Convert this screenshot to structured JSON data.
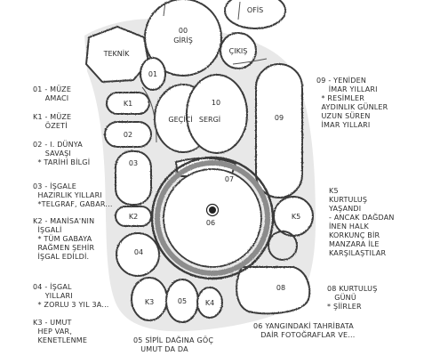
{
  "rooms": {
    "ofis": "OFİS",
    "giris": "00\nGİRİŞ",
    "teknik": "TEKNİK",
    "cikis": "ÇIKIŞ",
    "r01": "01",
    "k1": "K1",
    "r02": "02",
    "gecici": "GEÇİCİ",
    "sergi": "10\nSERGİ",
    "r09": "09",
    "r07": "07",
    "r03": "03",
    "k2": "K2",
    "r06": "06",
    "k5": "K5",
    "r04": "04",
    "k3": "K3",
    "r05": "05",
    "k4": "K4",
    "r08": "08"
  },
  "notes": {
    "left_01": "01 - MÜZE\n     AMACI",
    "left_k1": "K1 - MÜZE\n     ÖZETİ",
    "left_02": "02 - I. DÜNYA\n     SAVAŞI\n  * TARİHİ BİLGİ",
    "left_03": "03 - İŞGALE\n  HAZIRLIK YILLARI\n  *TELGRAF, GABAR...",
    "left_k2": "K2 - MANİSA'NIN\n  İŞGALİ\n  * TÜM GABAYA\n  RAĞMEN ŞEHİR\n  İŞGAL EDİLDİ.",
    "left_04": "04 - İŞGAL\n     YILLARI\n  * ZORLU 3 YIL 3A...",
    "left_k3": "K3 - UMUT\n  HEP VAR,\n  KENETLENME",
    "right_09": "09 - YENİDEN\n     İMAR YILLARI\n  * RESİMLER\n  AYDINLIK GÜNLER\n  UZUN SÜREN\n  İMAR YILLARI",
    "right_k5": "K5\nKURTULUŞ\nYAŞANDI\n- ANCAK DAĞDAN\nİNEN HALK\nKORKUNÇ BİR\nMANZARA İLE\nKARŞILAŞTILAR",
    "right_08": "08 KURTULUŞ\n   GÜNÜ\n* ŞİİRLER",
    "bottom_05": "05 Sİ̇Pİ̇L DAĞINA GÖÇ\n   UMUT DA DA",
    "bottom_06": "06 YANGINDAKİ TAHRİBATA\n   DAİR FOTOĞRAFLAR VE..."
  },
  "colors": {
    "ink": "#2b2b2b",
    "ring": "#8c8c8c",
    "fill": "#ededed"
  }
}
